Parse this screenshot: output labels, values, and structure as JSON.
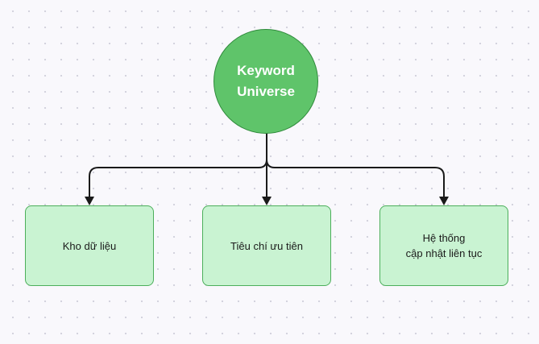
{
  "diagram": {
    "root": {
      "label": "Keyword\nUniverse"
    },
    "children": [
      {
        "label": "Kho dữ liệu"
      },
      {
        "label": "Tiêu chí ưu tiên"
      },
      {
        "label": "Hệ thống\ncập nhật liên tục"
      }
    ]
  },
  "colors": {
    "background": "#f9f8fc",
    "root_fill": "#5fc46a",
    "root_border": "#2f8a3b",
    "child_fill": "#c9f3d2",
    "child_border": "#4caf5b",
    "connector": "#1a1a1a"
  }
}
